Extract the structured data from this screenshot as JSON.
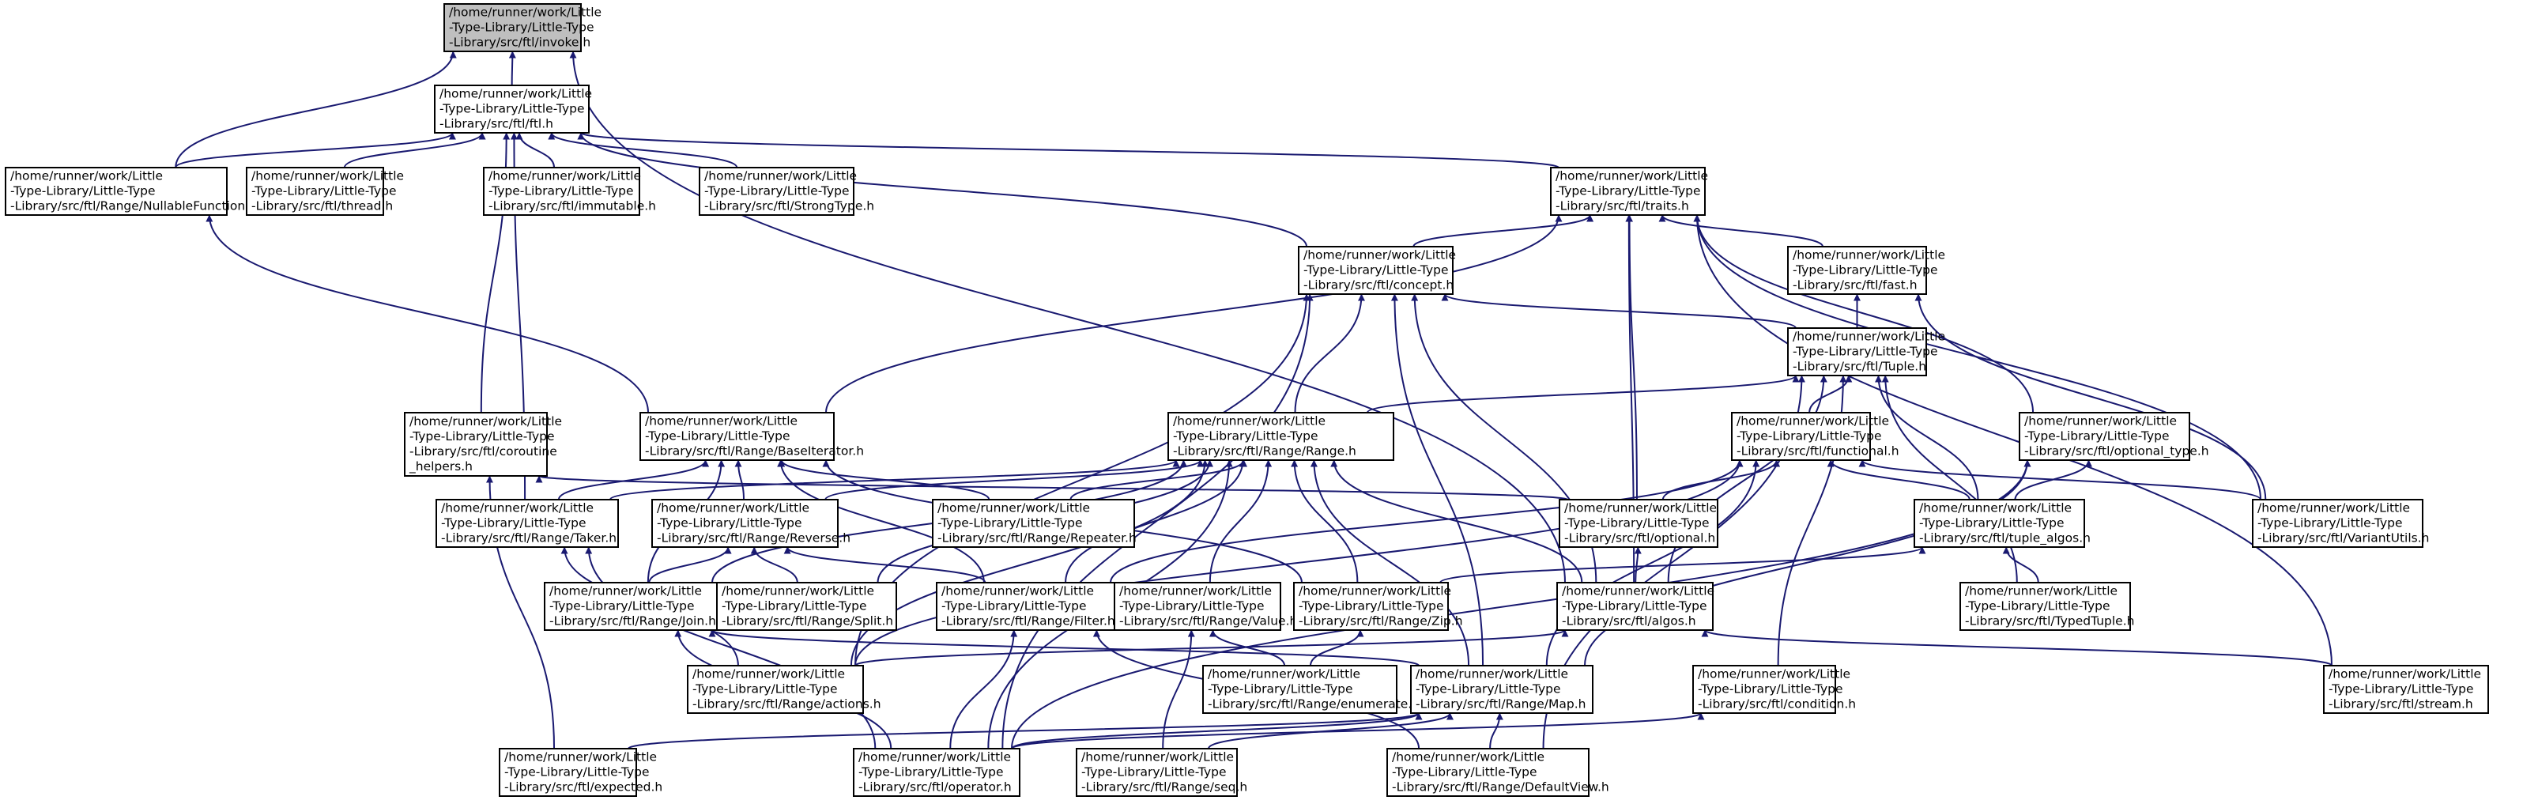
{
  "nodes": [
    {
      "id": "invoke",
      "lines": [
        "/home/runner/work/Little",
        "-Type-Library/Little-Type",
        "-Library/src/ftl/invoke.h"
      ],
      "root": true
    },
    {
      "id": "ftl",
      "lines": [
        "/home/runner/work/Little",
        "-Type-Library/Little-Type",
        "-Library/src/ftl/ftl.h"
      ]
    },
    {
      "id": "nullable",
      "lines": [
        "/home/runner/work/Little",
        "-Type-Library/Little-Type",
        "-Library/src/ftl/Range/NullableFunction.h"
      ]
    },
    {
      "id": "thread",
      "lines": [
        "/home/runner/work/Little",
        "-Type-Library/Little-Type",
        "-Library/src/ftl/thread.h"
      ]
    },
    {
      "id": "immutable",
      "lines": [
        "/home/runner/work/Little",
        "-Type-Library/Little-Type",
        "-Library/src/ftl/immutable.h"
      ]
    },
    {
      "id": "strongtype",
      "lines": [
        "/home/runner/work/Little",
        "-Type-Library/Little-Type",
        "-Library/src/ftl/StrongType.h"
      ]
    },
    {
      "id": "traits",
      "lines": [
        "/home/runner/work/Little",
        "-Type-Library/Little-Type",
        "-Library/src/ftl/traits.h"
      ]
    },
    {
      "id": "concept",
      "lines": [
        "/home/runner/work/Little",
        "-Type-Library/Little-Type",
        "-Library/src/ftl/concept.h"
      ]
    },
    {
      "id": "fast",
      "lines": [
        "/home/runner/work/Little",
        "-Type-Library/Little-Type",
        "-Library/src/ftl/fast.h"
      ]
    },
    {
      "id": "tuple",
      "lines": [
        "/home/runner/work/Little",
        "-Type-Library/Little-Type",
        "-Library/src/ftl/Tuple.h"
      ]
    },
    {
      "id": "coroutine",
      "lines": [
        "/home/runner/work/Little",
        "-Type-Library/Little-Type",
        "-Library/src/ftl/coroutine",
        "_helpers.h"
      ]
    },
    {
      "id": "baseiter",
      "lines": [
        "/home/runner/work/Little",
        "-Type-Library/Little-Type",
        "-Library/src/ftl/Range/BaseIterator.h"
      ]
    },
    {
      "id": "range",
      "lines": [
        "/home/runner/work/Little",
        "-Type-Library/Little-Type",
        "-Library/src/ftl/Range/Range.h"
      ]
    },
    {
      "id": "functional",
      "lines": [
        "/home/runner/work/Little",
        "-Type-Library/Little-Type",
        "-Library/src/ftl/functional.h"
      ]
    },
    {
      "id": "optional_type",
      "lines": [
        "/home/runner/work/Little",
        "-Type-Library/Little-Type",
        "-Library/src/ftl/optional_type.h"
      ]
    },
    {
      "id": "taker",
      "lines": [
        "/home/runner/work/Little",
        "-Type-Library/Little-Type",
        "-Library/src/ftl/Range/Taker.h"
      ]
    },
    {
      "id": "reverse",
      "lines": [
        "/home/runner/work/Little",
        "-Type-Library/Little-Type",
        "-Library/src/ftl/Range/Reverse.h"
      ]
    },
    {
      "id": "repeater",
      "lines": [
        "/home/runner/work/Little",
        "-Type-Library/Little-Type",
        "-Library/src/ftl/Range/Repeater.h"
      ]
    },
    {
      "id": "optional",
      "lines": [
        "/home/runner/work/Little",
        "-Type-Library/Little-Type",
        "-Library/src/ftl/optional.h"
      ]
    },
    {
      "id": "tuple_algos",
      "lines": [
        "/home/runner/work/Little",
        "-Type-Library/Little-Type",
        "-Library/src/ftl/tuple_algos.h"
      ]
    },
    {
      "id": "variantutils",
      "lines": [
        "/home/runner/work/Little",
        "-Type-Library/Little-Type",
        "-Library/src/ftl/VariantUtils.h"
      ]
    },
    {
      "id": "join",
      "lines": [
        "/home/runner/work/Little",
        "-Type-Library/Little-Type",
        "-Library/src/ftl/Range/Join.h"
      ]
    },
    {
      "id": "split",
      "lines": [
        "/home/runner/work/Little",
        "-Type-Library/Little-Type",
        "-Library/src/ftl/Range/Split.h"
      ]
    },
    {
      "id": "filter",
      "lines": [
        "/home/runner/work/Little",
        "-Type-Library/Little-Type",
        "-Library/src/ftl/Range/Filter.h"
      ]
    },
    {
      "id": "value",
      "lines": [
        "/home/runner/work/Little",
        "-Type-Library/Little-Type",
        "-Library/src/ftl/Range/Value.h"
      ]
    },
    {
      "id": "zip",
      "lines": [
        "/home/runner/work/Little",
        "-Type-Library/Little-Type",
        "-Library/src/ftl/Range/Zip.h"
      ]
    },
    {
      "id": "algos",
      "lines": [
        "/home/runner/work/Little",
        "-Type-Library/Little-Type",
        "-Library/src/ftl/algos.h"
      ]
    },
    {
      "id": "typedtuple",
      "lines": [
        "/home/runner/work/Little",
        "-Type-Library/Little-Type",
        "-Library/src/ftl/TypedTuple.h"
      ]
    },
    {
      "id": "actions",
      "lines": [
        "/home/runner/work/Little",
        "-Type-Library/Little-Type",
        "-Library/src/ftl/Range/actions.h"
      ]
    },
    {
      "id": "enumerate",
      "lines": [
        "/home/runner/work/Little",
        "-Type-Library/Little-Type",
        "-Library/src/ftl/Range/enumerate.h"
      ]
    },
    {
      "id": "map",
      "lines": [
        "/home/runner/work/Little",
        "-Type-Library/Little-Type",
        "-Library/src/ftl/Range/Map.h"
      ]
    },
    {
      "id": "condition",
      "lines": [
        "/home/runner/work/Little",
        "-Type-Library/Little-Type",
        "-Library/src/ftl/condition.h"
      ]
    },
    {
      "id": "stream",
      "lines": [
        "/home/runner/work/Little",
        "-Type-Library/Little-Type",
        "-Library/src/ftl/stream.h"
      ]
    },
    {
      "id": "expected",
      "lines": [
        "/home/runner/work/Little",
        "-Type-Library/Little-Type",
        "-Library/src/ftl/expected.h"
      ]
    },
    {
      "id": "operator",
      "lines": [
        "/home/runner/work/Little",
        "-Type-Library/Little-Type",
        "-Library/src/ftl/operator.h"
      ]
    },
    {
      "id": "seq",
      "lines": [
        "/home/runner/work/Little",
        "-Type-Library/Little-Type",
        "-Library/src/ftl/Range/seq.h"
      ]
    },
    {
      "id": "defaultview",
      "lines": [
        "/home/runner/work/Little",
        "-Type-Library/Little-Type",
        "-Library/src/ftl/Range/DefaultView.h"
      ]
    }
  ],
  "edges": [
    [
      "ftl",
      "invoke"
    ],
    [
      "nullable",
      "invoke"
    ],
    [
      "algos",
      "invoke"
    ],
    [
      "nullable",
      "ftl"
    ],
    [
      "thread",
      "ftl"
    ],
    [
      "immutable",
      "ftl"
    ],
    [
      "strongtype",
      "ftl"
    ],
    [
      "traits",
      "ftl"
    ],
    [
      "concept",
      "ftl"
    ],
    [
      "coroutine",
      "ftl"
    ],
    [
      "taker",
      "ftl"
    ],
    [
      "baseiter",
      "nullable"
    ],
    [
      "concept",
      "traits"
    ],
    [
      "fast",
      "traits"
    ],
    [
      "baseiter",
      "traits"
    ],
    [
      "optional",
      "traits"
    ],
    [
      "algos",
      "traits"
    ],
    [
      "variantutils",
      "traits"
    ],
    [
      "optional_type",
      "traits"
    ],
    [
      "stream",
      "traits"
    ],
    [
      "tuple",
      "concept"
    ],
    [
      "range",
      "concept"
    ],
    [
      "map",
      "concept"
    ],
    [
      "algos",
      "concept"
    ],
    [
      "operator",
      "concept"
    ],
    [
      "actions",
      "concept"
    ],
    [
      "tuple",
      "fast"
    ],
    [
      "variantutils",
      "fast"
    ],
    [
      "range",
      "tuple"
    ],
    [
      "functional",
      "tuple"
    ],
    [
      "tuple_algos",
      "tuple"
    ],
    [
      "typedtuple",
      "tuple"
    ],
    [
      "condition",
      "tuple"
    ],
    [
      "defaultview",
      "tuple"
    ],
    [
      "algos",
      "tuple"
    ],
    [
      "optional",
      "coroutine"
    ],
    [
      "expected",
      "coroutine"
    ],
    [
      "taker",
      "baseiter"
    ],
    [
      "reverse",
      "baseiter"
    ],
    [
      "join",
      "baseiter"
    ],
    [
      "repeater",
      "baseiter"
    ],
    [
      "filter",
      "baseiter"
    ],
    [
      "zip",
      "baseiter"
    ],
    [
      "taker",
      "range"
    ],
    [
      "reverse",
      "range"
    ],
    [
      "repeater",
      "range"
    ],
    [
      "join",
      "range"
    ],
    [
      "split",
      "range"
    ],
    [
      "filter",
      "range"
    ],
    [
      "value",
      "range"
    ],
    [
      "zip",
      "range"
    ],
    [
      "algos",
      "range"
    ],
    [
      "map",
      "range"
    ],
    [
      "operator",
      "range"
    ],
    [
      "actions",
      "range"
    ],
    [
      "optional",
      "functional"
    ],
    [
      "tuple_algos",
      "functional"
    ],
    [
      "variantutils",
      "functional"
    ],
    [
      "filter",
      "functional"
    ],
    [
      "map",
      "functional"
    ],
    [
      "actions",
      "functional"
    ],
    [
      "tuple_algos",
      "optional_type"
    ],
    [
      "map",
      "optional_type"
    ],
    [
      "operator",
      "optional_type"
    ],
    [
      "actions",
      "taker"
    ],
    [
      "operator",
      "taker"
    ],
    [
      "join",
      "reverse"
    ],
    [
      "split",
      "reverse"
    ],
    [
      "filter",
      "reverse"
    ],
    [
      "algos",
      "optional"
    ],
    [
      "typedtuple",
      "tuple_algos"
    ],
    [
      "zip",
      "tuple_algos"
    ],
    [
      "operator",
      "join"
    ],
    [
      "map",
      "join"
    ],
    [
      "operator",
      "filter"
    ],
    [
      "defaultview",
      "filter"
    ],
    [
      "seq",
      "value"
    ],
    [
      "enumerate",
      "value"
    ],
    [
      "enumerate",
      "zip"
    ],
    [
      "actions",
      "algos"
    ],
    [
      "stream",
      "algos"
    ],
    [
      "operator",
      "map"
    ],
    [
      "seq",
      "map"
    ],
    [
      "defaultview",
      "map"
    ],
    [
      "expected",
      "map"
    ],
    [
      "operator",
      "condition"
    ]
  ]
}
